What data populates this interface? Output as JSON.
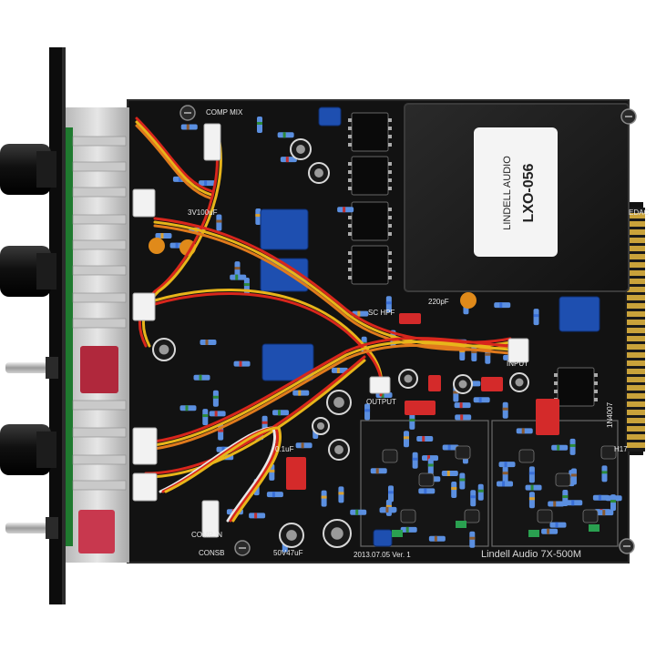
{
  "pcb": {
    "version_label": "2013.07.05  Ver. 1",
    "model_label": "Lindell Audio 7X-500M",
    "connector_label": "EDAC",
    "connector_code": "H17",
    "silk": {
      "comp_mix": "COMP MIX",
      "sc_hpf": "SC HPF",
      "input": "INPUT",
      "output": "OUTPUT",
      "comp_in": "COMP IN",
      "cons": "CONSB",
      "cap_100uf": "3V100uF",
      "cap_47uf": "50V47uF",
      "cap_220pf": "220pF",
      "diode": "1N4007",
      "cap_01uf": "0.1uF"
    }
  },
  "transformer": {
    "brand": "LINDELL AUDIO",
    "part": "LXO-056"
  },
  "colors": {
    "board": "#121212",
    "panel": "#0c0c0c",
    "gold": "#c9a23a",
    "wire_red": "#d8261c",
    "wire_yellow": "#e8b51a",
    "wire_orange": "#e07a1c",
    "wire_white": "#e8e8e8"
  }
}
